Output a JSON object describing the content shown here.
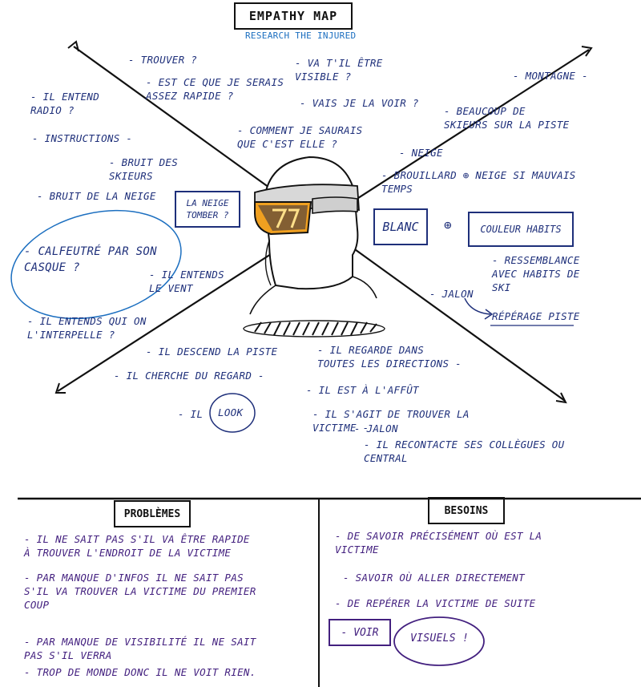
{
  "title": "EMPATHY MAP",
  "subtitle": "RESEARCH THE INJURED",
  "thinks": [
    "- TROUVER ?",
    "- EST CE QUE JE SERAIS\nASSEZ RAPIDE ?",
    "- VA T'IL ÊTRE\nVISIBLE ?",
    "- VAIS JE LA VOIR ?",
    "- COMMENT JE SAURAIS\nQUE C'EST ELLE ?"
  ],
  "sees": [
    "- MONTAGNE -",
    "- BEAUCOUP DE\nSKIEURS SUR LA PISTE",
    "- NEIGE",
    "- BROUILLARD ⊕ NEIGE SI MAUVAIS\nTEMPS",
    "BLANC",
    "⊕",
    "COULEUR HABITS",
    "- RESSEMBLANCE\nAVEC HABITS DE\nSKI",
    "- JALON",
    "RÉPÉRAGE PISTE"
  ],
  "hears": [
    "- IL ENTEND\nRADIO ?",
    "- INSTRUCTIONS -",
    "- BRUIT DES\nSKIEURS",
    "- BRUIT DE LA NEIGE",
    "LA NEIGE\nTOMBER ?",
    "- CALFEUTRÉ PAR SON\nCASQUE ?",
    "- IL ENTENDS\nLE VENT",
    "- IL ENTENDS QUI ON\nL'INTERPELLE ?"
  ],
  "does": [
    "- IL DESCEND LA PISTE",
    "- IL REGARDE DANS\nTOUTES LES DIRECTIONS -",
    "- IL CHERCHE DU REGARD -",
    "- IL EST À L'AFFÛT",
    "- IL",
    "LOOK",
    "- IL S'AGIT DE TROUVER LA\nVICTIME -",
    "- JALON",
    "- IL RECONTACTE SES COLLÈGUES OU\nCENTRAL"
  ],
  "problems_title": "PROBLÈMES",
  "problems": [
    "- IL NE SAIT PAS S'IL VA ÊTRE RAPIDE\nÀ TROUVER L'ENDROIT DE LA VICTIME",
    "- PAR MANQUE D'INFOS IL NE SAIT PAS\nS'IL VA TROUVER LA VICTIME DU PREMIER\nCOUP",
    "- PAR MANQUE DE VISIBILITÉ IL NE SAIT\nPAS S'IL VERRA",
    "- TROP DE MONDE DONC IL NE VOIT RIEN."
  ],
  "needs_title": "BESOINS",
  "needs": [
    "- DE SAVOIR PRÉCISÉMENT OÙ EST LA\nVICTIME",
    "- SAVOIR OÙ ALLER DIRECTEMENT",
    "- DE REPÉRER LA VICTIME DE SUITE",
    "- VOIR",
    "VISUELS !"
  ],
  "colors": {
    "ink_blue": "#1e2f7a",
    "ink_purple": "#43207f",
    "ink_black": "#111111",
    "accent_blue": "#1c6fc0",
    "goggle_orange": "#f0a020"
  }
}
